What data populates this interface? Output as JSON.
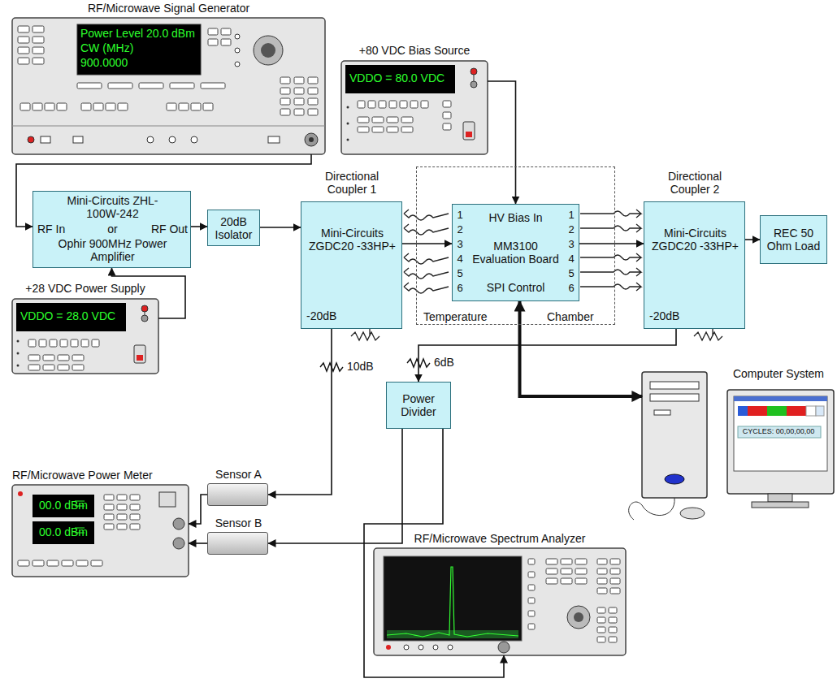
{
  "diagram": {
    "nodes": [
      {
        "text": [
          "RF/Microwave Signal Generator",
          "Power Level 20.0 dBm",
          "CW (MHz)",
          "900.0000"
        ]
      },
      {
        "text": [
          "+80 VDC Bias Source",
          "VDDO = 80.0 VDC"
        ]
      },
      {
        "text": [
          "Mini-Circuits ZHL-100W-242",
          "RF In",
          "or",
          "RF Out",
          "Ophir 900MHz Power Amplifier"
        ]
      },
      {
        "text": [
          "20dB Isolator"
        ]
      },
      {
        "text": [
          "Directional Coupler 1",
          "Mini-Circuits ZGDC20 -33HP+",
          "-20dB"
        ]
      },
      {
        "text": [
          "Temperature",
          "Chamber"
        ]
      },
      {
        "text": [
          "HV Bias In",
          "MM3100 Evaluation Board",
          "SPI Control"
        ],
        "in": 5
      },
      {
        "text": [
          "Directional Coupler 2",
          "Mini-Circuits ZGDC20 -33HP+",
          "-20dB"
        ]
      },
      {
        "text": [
          "REC 50 Ohm Load"
        ]
      },
      {
        "text": [
          "+28 VDC Power Supply",
          "VDDO = 28.0 VDC"
        ]
      },
      {
        "text": [
          "Power Divider"
        ]
      },
      {
        "text": [
          "Computer System",
          "CYCLES: 00,00,00,00"
        ]
      },
      {
        "text": [
          "RF/Microwave Power Meter",
          "00.0 dBm",
          "00.0 dBm"
        ]
      },
      {
        "text": [
          "Sensor A"
        ]
      },
      {
        "text": [
          "Sensor B"
        ]
      },
      {
        "text": [
          "RF/Microwave Spectrum Analyzer"
        ]
      }
    ],
    "edges": [
      {
        "from": 0,
        "to": 2,
        "arrow": "to"
      },
      {
        "from": 1,
        "to": 6,
        "arrow": "to"
      },
      {
        "from": 2,
        "to": 3,
        "arrow": "to"
      },
      {
        "from": 3,
        "to": 4,
        "arrow": "to"
      },
      {
        "from": 4,
        "to": 6,
        "arrow": "to"
      },
      {
        "from": 6,
        "to": 7,
        "arrow": "to"
      },
      {
        "from": 7,
        "to": 8,
        "arrow": "to"
      },
      {
        "from": 9,
        "to": 2,
        "arrow": "to"
      },
      {
        "from": 4,
        "to": 13,
        "label": "10dB",
        "arrow": "to"
      },
      {
        "from": 7,
        "to": 10,
        "label": "6dB",
        "arrow": "to"
      },
      {
        "from": 10,
        "to": 14,
        "arrow": "to"
      },
      {
        "from": 10,
        "to": 15,
        "arrow": "to"
      },
      {
        "from": 13,
        "to": 12,
        "arrow": "to"
      },
      {
        "from": 14,
        "to": 12,
        "arrow": "to"
      },
      {
        "from": 6,
        "to": 11,
        "arrow": "both"
      }
    ],
    "labels": [
      "1",
      "2",
      "3",
      "4",
      "5",
      "6",
      "1",
      "2",
      "3",
      "4",
      "5",
      "6"
    ]
  }
}
